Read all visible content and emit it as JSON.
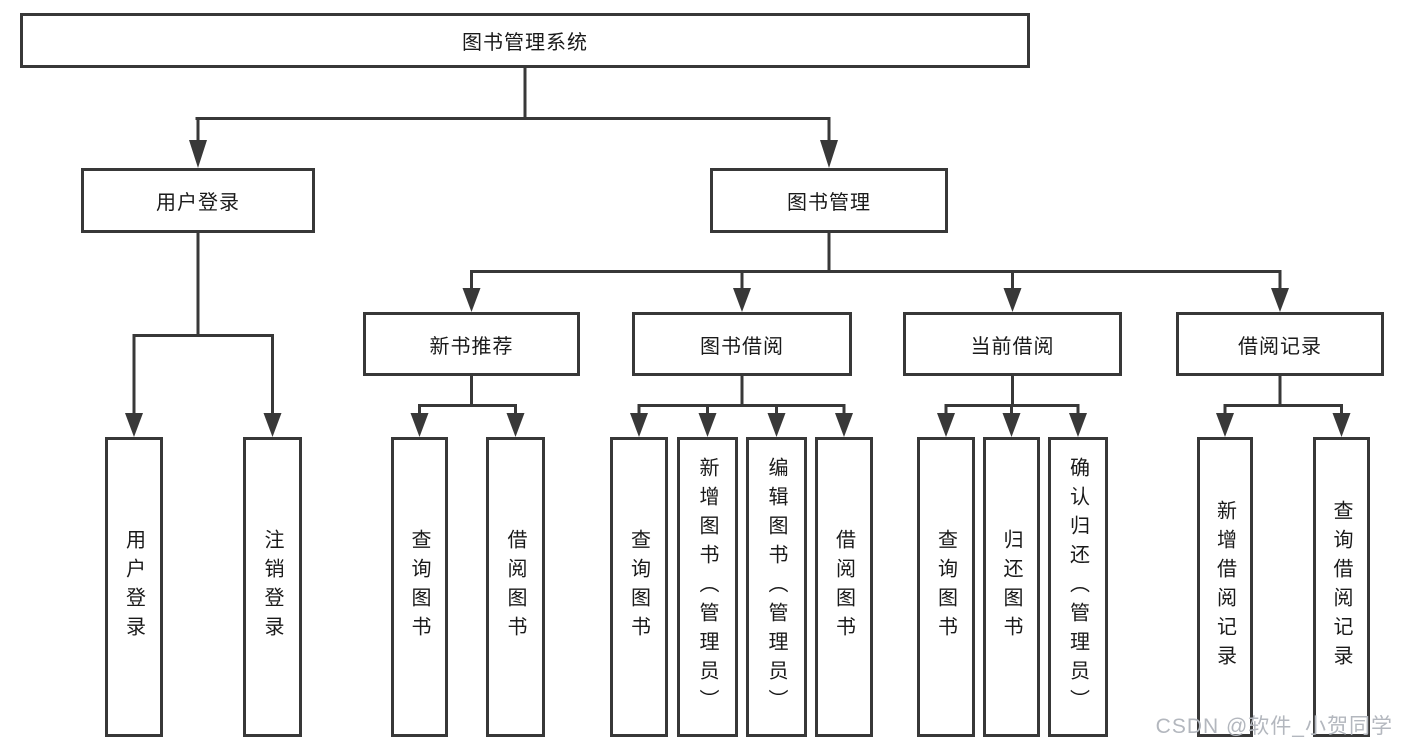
{
  "diagram": {
    "root": {
      "label": "图书管理系统"
    },
    "branches": [
      {
        "label": "用户登录",
        "children": [
          {
            "label": "用户登录"
          },
          {
            "label": "注销登录"
          }
        ]
      },
      {
        "label": "图书管理",
        "children": [
          {
            "label": "新书推荐",
            "children": [
              {
                "label": "查询图书"
              },
              {
                "label": "借阅图书"
              }
            ]
          },
          {
            "label": "图书借阅",
            "children": [
              {
                "label": "查询图书"
              },
              {
                "label": "新增图书（管理员）"
              },
              {
                "label": "编辑图书（管理员）"
              },
              {
                "label": "借阅图书"
              }
            ]
          },
          {
            "label": "当前借阅",
            "children": [
              {
                "label": "查询图书"
              },
              {
                "label": "归还图书"
              },
              {
                "label": "确认归还（管理员）"
              }
            ]
          },
          {
            "label": "借阅记录",
            "children": [
              {
                "label": "新增借阅记录"
              },
              {
                "label": "查询借阅记录"
              }
            ]
          }
        ]
      }
    ]
  },
  "watermark": {
    "text": "CSDN @软件_小贺同学"
  },
  "colors": {
    "line": "#383838",
    "text": "#1a1a1a",
    "background": "#ffffff",
    "watermark": "#b3b7be"
  }
}
